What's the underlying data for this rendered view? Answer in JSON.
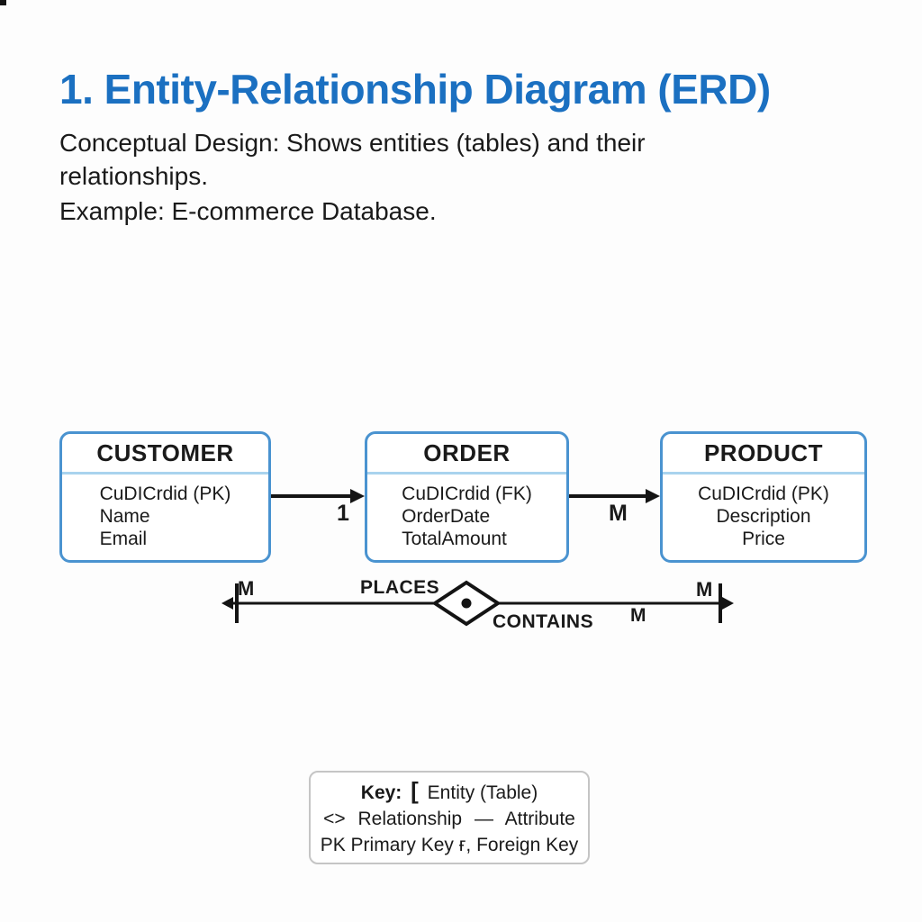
{
  "header": {
    "title": "1. Entity-Relationship Diagram (ERD)",
    "subtitle": "Conceptual Design: Shows entities (tables) and their relationships.",
    "example": "Example: E-commerce Database."
  },
  "colors": {
    "title_blue": "#1b70c1",
    "entity_border_blue": "#4a93d0",
    "entity_divider_blue": "#a9d3ee",
    "line_black": "#141414",
    "legend_border_gray": "#c5c5c5"
  },
  "entities": [
    {
      "name": "CUSTOMER",
      "attributes": [
        "CuDICrdid (PK)",
        "Name",
        "Email"
      ]
    },
    {
      "name": "ORDER",
      "attributes": [
        "CuDICrdid (FK)",
        "OrderDate",
        "TotalAmount"
      ]
    },
    {
      "name": "PRODUCT",
      "attributes": [
        "CuDICrdid (PK)",
        "Description",
        "Price"
      ]
    }
  ],
  "connectors": {
    "customer_order_cardinality": "1",
    "order_product_cardinality": "M"
  },
  "relationship": {
    "left_cardinality": "M",
    "right_cardinality": "M",
    "mid_cardinality": "M",
    "top_label": "PLACES",
    "bottom_label": "CONTAINS"
  },
  "legend": {
    "heading": "Key:",
    "entity_symbol": "[",
    "entity_text": "Entity (Table)",
    "relationship_symbol": "<>",
    "relationship_text": "Relationship",
    "attribute_dash": "—",
    "attribute_text": "Attribute",
    "keys_line": "PK Primary Key ғ, Foreign Key"
  }
}
